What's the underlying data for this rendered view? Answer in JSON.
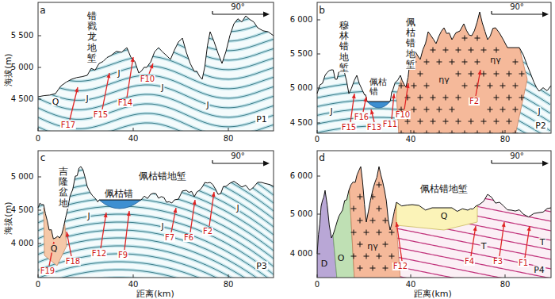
{
  "diagram": {
    "labels": [
      "a",
      "90°",
      "错戳龙地堑",
      "Q",
      "J",
      "J",
      "J",
      "J",
      "F17",
      "F15",
      "F14",
      "F10",
      "P1",
      "5 500",
      "5 000",
      "4 500",
      "海拔(m)",
      "0",
      "40",
      "80",
      "b",
      "90°",
      "6 000",
      "5 500",
      "5 000",
      "4 500",
      "穆林错地堑",
      "佩枯错地堑",
      "佩枯错",
      "J",
      "ηγ",
      "ηγ",
      "J",
      "F16",
      "F15",
      "F13",
      "F11",
      "F10",
      "F2",
      "P2",
      "0",
      "40",
      "80",
      "c",
      "90°",
      "5 000",
      "4 500",
      "4 000",
      "海拔(m)",
      "吉隆盆地",
      "佩枯错地堑",
      "佩枯错",
      "Q",
      "J",
      "J",
      "J",
      "F19",
      "F18",
      "F12",
      "F9",
      "F7",
      "F6",
      "F2",
      "P3",
      "0",
      "40",
      "80",
      "距离(km)",
      "d",
      "90°",
      "6 000",
      "5 000",
      "4 000",
      "佩枯错地堑",
      "D",
      "O",
      "ηγ",
      "Q",
      "T",
      "T",
      "F12",
      "F4",
      "F3",
      "F1",
      "P4",
      "0",
      "40",
      "80",
      "距离(km)"
    ]
  }
}
